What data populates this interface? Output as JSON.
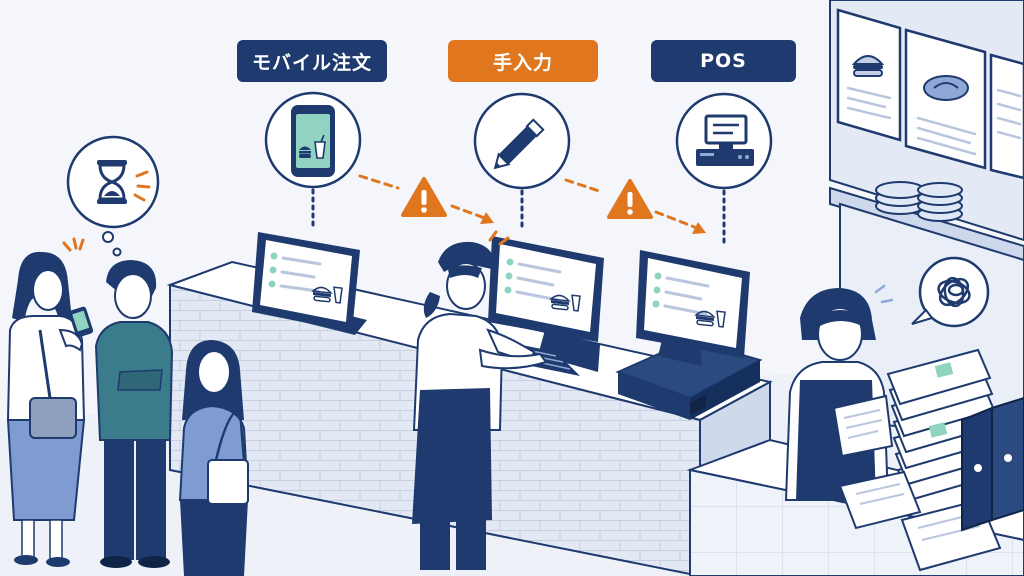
{
  "steps": [
    {
      "label": "モバイル注文",
      "icon": "smartphone-food-icon"
    },
    {
      "label": "手入力",
      "icon": "pencil-icon"
    },
    {
      "label": "POS",
      "icon": "pos-terminal-icon"
    }
  ],
  "colors": {
    "navy": "#1e3a6e",
    "orange": "#e0761e",
    "light_blue": "#dbe4f5",
    "mint": "#8fd3c0",
    "background": "#f4f6fb"
  },
  "icons": [
    "hourglass-icon",
    "warning-icon",
    "tangled-scribble-icon"
  ]
}
